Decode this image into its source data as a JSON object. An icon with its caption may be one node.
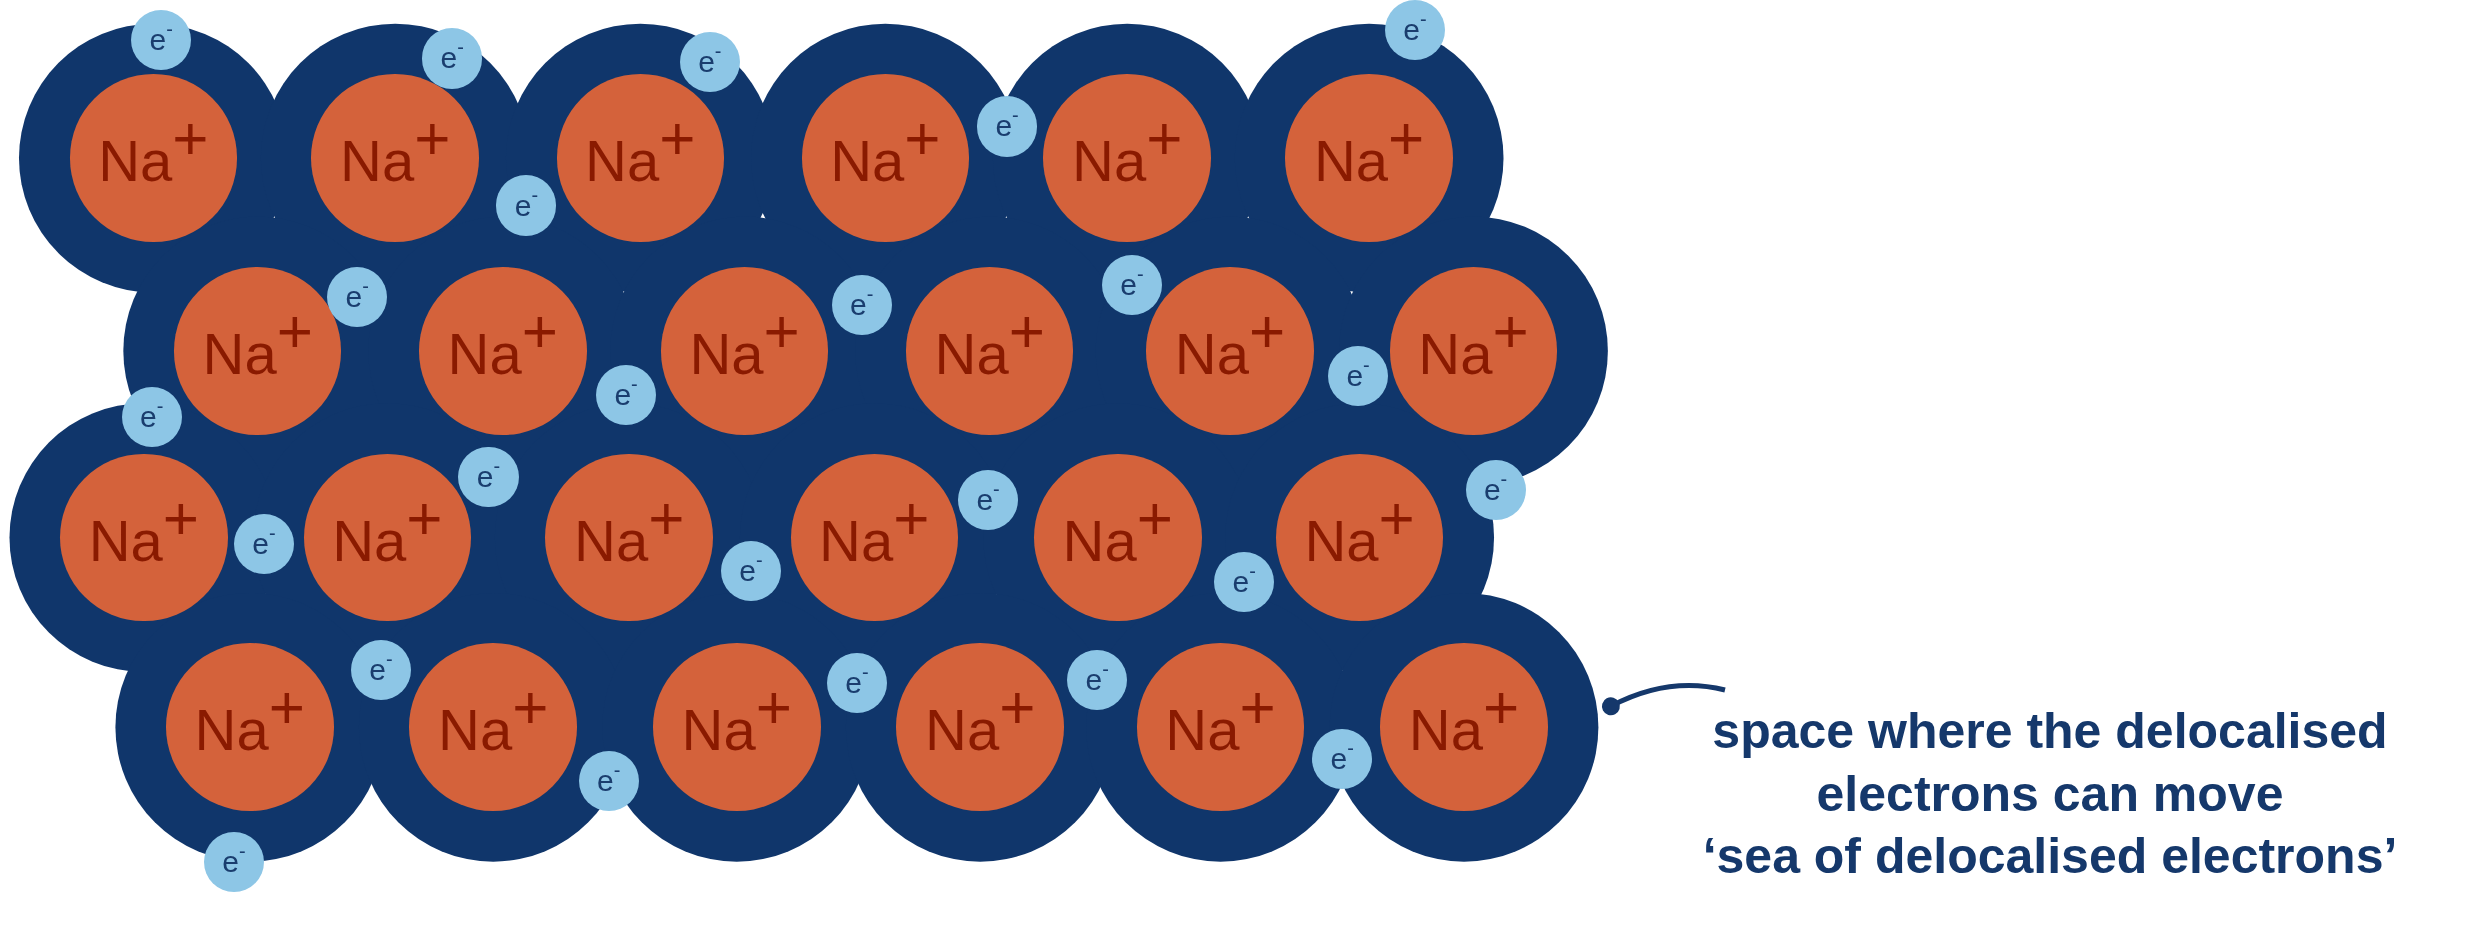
{
  "diagram": {
    "nodes": [
      {
        "text": [],
        "shape": "cloud"
      },
      {
        "text": [
          "Na$^{+}$"
        ],
        "in": 0
      },
      {
        "text": [
          "Na$^{+}$"
        ],
        "in": 0
      },
      {
        "text": [
          "Na$^{+}$"
        ],
        "in": 0
      },
      {
        "text": [
          "Na$^{+}$"
        ],
        "in": 0
      },
      {
        "text": [
          "Na$^{+}$"
        ],
        "in": 0
      },
      {
        "text": [
          "Na$^{+}$"
        ],
        "in": 0
      },
      {
        "text": [
          "Na$^{+}$"
        ],
        "in": 0
      },
      {
        "text": [
          "Na$^{+}$"
        ],
        "in": 0
      },
      {
        "text": [
          "Na$^{+}$"
        ],
        "in": 0
      },
      {
        "text": [
          "Na$^{+}$"
        ],
        "in": 0
      },
      {
        "text": [
          "Na$^{+}$"
        ],
        "in": 0
      },
      {
        "text": [
          "Na$^{+}$"
        ],
        "in": 0
      },
      {
        "text": [
          "Na$^{+}$"
        ],
        "in": 0
      },
      {
        "text": [
          "Na$^{+}$"
        ],
        "in": 0
      },
      {
        "text": [
          "Na$^{+}$"
        ],
        "in": 0
      },
      {
        "text": [
          "Na$^{+}$"
        ],
        "in": 0
      },
      {
        "text": [
          "Na$^{+}$"
        ],
        "in": 0
      },
      {
        "text": [
          "Na$^{+}$"
        ],
        "in": 0
      },
      {
        "text": [
          "Na$^{+}$"
        ],
        "in": 0
      },
      {
        "text": [
          "Na$^{+}$"
        ],
        "in": 0
      },
      {
        "text": [
          "Na$^{+}$"
        ],
        "in": 0
      },
      {
        "text": [
          "Na$^{+}$"
        ],
        "in": 0
      },
      {
        "text": [
          "Na$^{+}$"
        ],
        "in": 0
      },
      {
        "text": [
          "Na$^{+}$"
        ],
        "in": 0
      },
      {
        "text": [
          "e$^{-}$"
        ],
        "in": 0
      },
      {
        "text": [
          "e$^{-}$"
        ],
        "in": 0
      },
      {
        "text": [
          "e$^{-}$"
        ],
        "in": 0
      },
      {
        "text": [
          "e$^{-}$"
        ],
        "in": 0
      },
      {
        "text": [
          "e$^{-}$"
        ],
        "in": 0
      },
      {
        "text": [
          "e$^{-}$"
        ],
        "in": 0
      },
      {
        "text": [
          "e$^{-}$"
        ],
        "in": 0
      },
      {
        "text": [
          "e$^{-}$"
        ],
        "in": 0
      },
      {
        "text": [
          "e$^{-}$"
        ],
        "in": 0
      },
      {
        "text": [
          "e$^{-}$"
        ],
        "in": 0
      },
      {
        "text": [
          "e$^{-}$"
        ],
        "in": 0
      },
      {
        "text": [
          "e$^{-}$"
        ],
        "in": 0
      },
      {
        "text": [
          "e$^{-}$"
        ],
        "in": 0
      },
      {
        "text": [
          "e$^{-}$"
        ],
        "in": 0
      },
      {
        "text": [
          "e$^{-}$"
        ],
        "in": 0
      },
      {
        "text": [
          "e$^{-}$"
        ],
        "in": 0
      },
      {
        "text": [
          "e$^{-}$"
        ],
        "in": 0
      },
      {
        "text": [
          "e$^{-}$"
        ],
        "in": 0
      },
      {
        "text": [
          "e$^{-}$"
        ],
        "in": 0
      },
      {
        "text": [
          "e$^{-}$"
        ],
        "in": 0
      },
      {
        "text": [
          "e$^{-}$"
        ],
        "in": 0
      },
      {
        "text": [
          "e$^{-}$"
        ],
        "in": 0
      },
      {
        "text": [
          "e$^{-}$"
        ],
        "in": 0
      },
      {
        "text": [
          "e$^{-}$"
        ],
        "in": 0
      },
      {
        "text": [
          "space where the delocalised electrons can move",
          "‘sea of delocalised electrons’"
        ]
      }
    ],
    "edges": [
      {
        "from": 49,
        "to": 0,
        "arrow": "other"
      }
    ]
  }
}
